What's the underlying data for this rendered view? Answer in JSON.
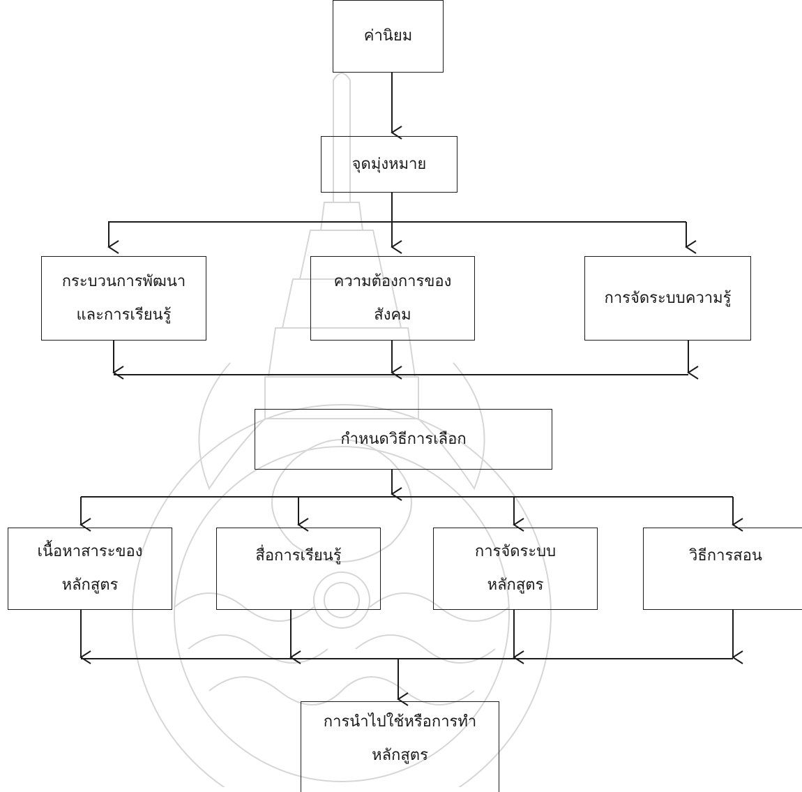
{
  "diagram": {
    "nodes": {
      "values": "ค่านิยม",
      "goals": "จุดมุ่งหมาย",
      "learning_process": "กระบวนการพัฒนา\nและการเรียนรู้",
      "social_needs": "ความต้องการของ\nสังคม",
      "knowledge_org": "การจัดระบบความรู้",
      "selection_method": "กำหนดวิธีการเลือก",
      "content": "เนื้อหาสาระของ\nหลักสูตร",
      "media": "สื่อการเรียนรู้",
      "curriculum_org": "การจัดระบบ\nหลักสูตร",
      "teaching_method": "วิธีการสอน",
      "implementation": "การนำไปใช้หรือการทำ\nหลักสูตร"
    },
    "colors": {
      "line": "#1a1a1a",
      "watermark": "#d4d4d4"
    }
  }
}
